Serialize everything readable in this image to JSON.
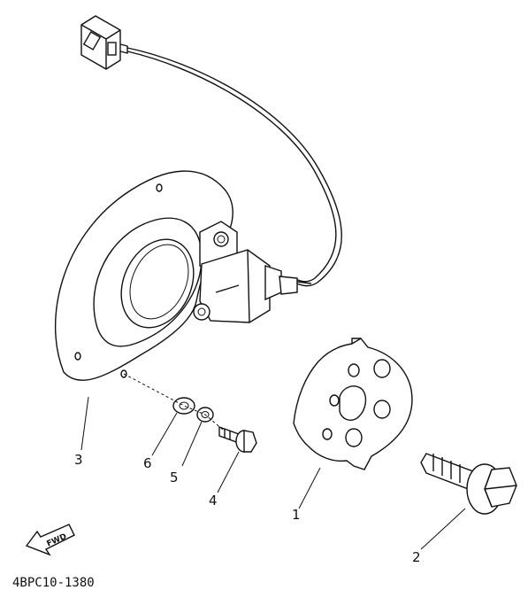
{
  "callouts": {
    "p1": "1",
    "p2": "2",
    "p3": "3",
    "p4": "4",
    "p5": "5",
    "p6": "6"
  },
  "fwd_label": "FWD",
  "drawing_code": "4BPC10-1380"
}
